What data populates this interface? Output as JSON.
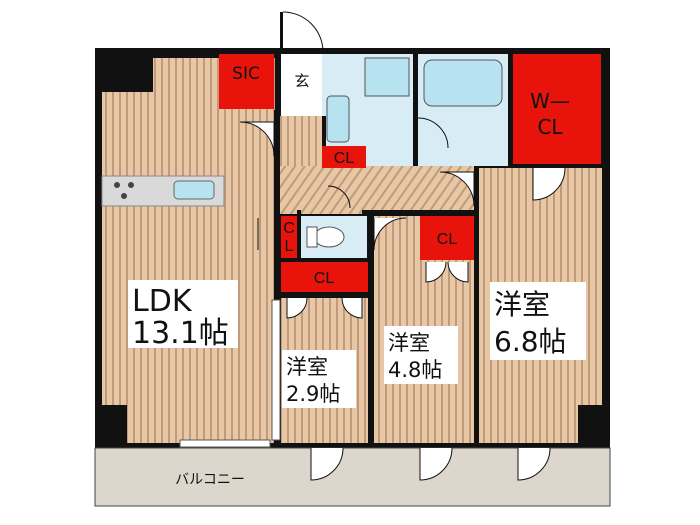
{
  "colors": {
    "wall": "#111111",
    "floor_wood": "#e8c8a4",
    "floor_stripe": "#bf9a7c",
    "closet_red": "#e8140c",
    "wet_area": "#d8ecf6",
    "balcony": "#dcd6cc",
    "counter": "#d9d9d9",
    "sink": "#b7e2ef"
  },
  "rooms": {
    "ldk": {
      "name": "LDK",
      "size": "13.1帖"
    },
    "western_small": {
      "name": "洋室",
      "size": "2.9帖"
    },
    "western_mid": {
      "name": "洋室",
      "size": "4.8帖"
    },
    "western_large": {
      "name": "洋室",
      "size": "6.8帖"
    }
  },
  "closets": {
    "sic": "SIC",
    "wcl_line1": "W—",
    "wcl_line2": "CL",
    "cl_bath": "CL",
    "cl_left_c": "C",
    "cl_left_l": "L",
    "cl_small": "CL",
    "cl_mid": "CL"
  },
  "entrance": "玄",
  "balcony_label": "バルコニー"
}
